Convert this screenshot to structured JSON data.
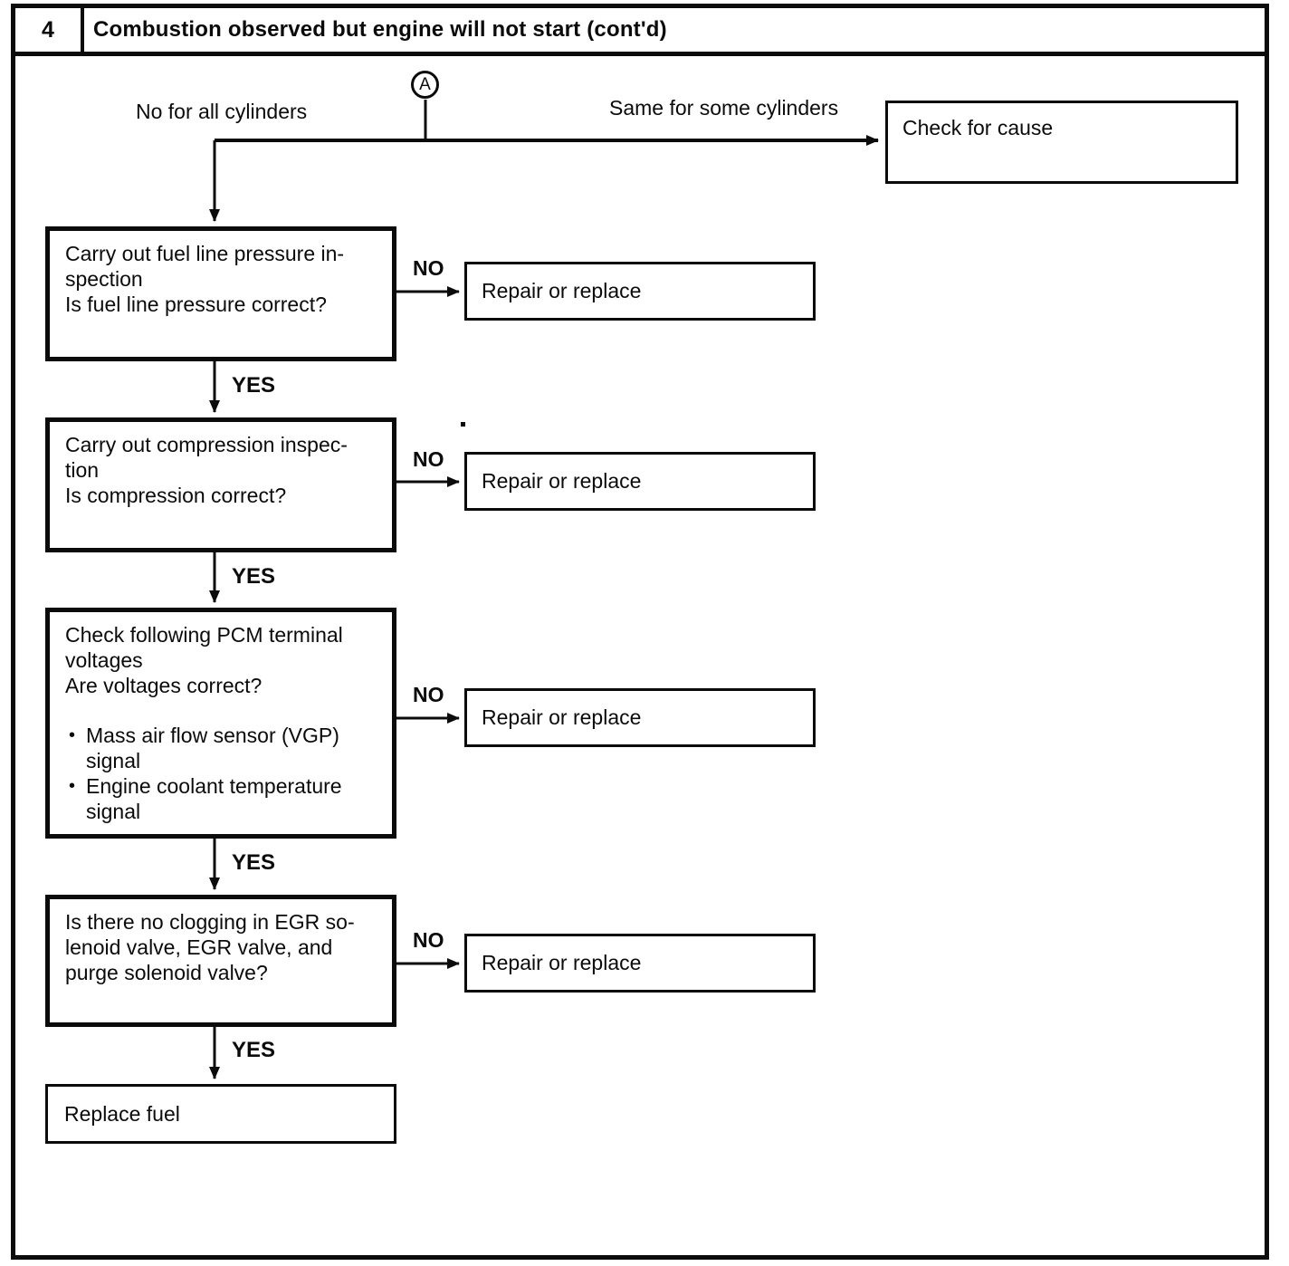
{
  "header": {
    "number": "4",
    "title": "Combustion observed but engine will not start (cont'd)"
  },
  "flowchart": {
    "connector_label": "A",
    "branch_left_label": "No for all cylinders",
    "branch_right_label": "Same for some cylinders",
    "branch_right_result": "Check for cause",
    "yes_label": "YES",
    "no_label": "NO",
    "bullet_char": "•",
    "steps": [
      {
        "text": "Carry out fuel line pressure in-\nspection\nIs fuel line pressure correct?",
        "no_result": "Repair or replace"
      },
      {
        "text": "Carry out compression inspec-\ntion\nIs compression correct?",
        "no_result": "Repair or replace"
      },
      {
        "text": "Check following PCM terminal\nvoltages\nAre voltages correct?",
        "bullets": [
          "Mass air flow sensor (VGP)\nsignal",
          "Engine coolant temperature\nsignal"
        ],
        "no_result": "Repair or replace"
      },
      {
        "text": "Is there no clogging in EGR so-\nlenoid valve, EGR valve, and\npurge solenoid valve?",
        "no_result": "Repair or replace"
      }
    ],
    "final_action": "Replace fuel"
  }
}
